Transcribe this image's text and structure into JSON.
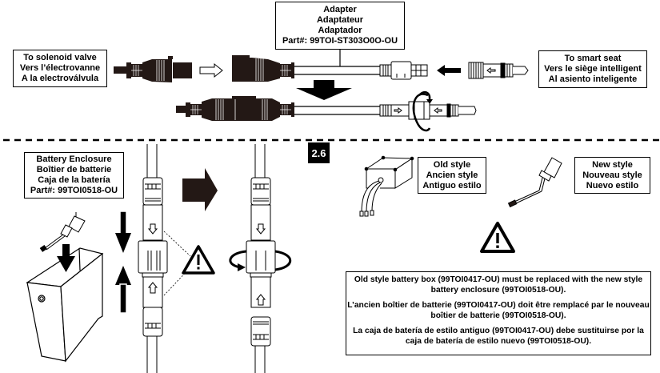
{
  "top_section": {
    "solenoid_label": {
      "lines": [
        "To solenoid valve",
        "Vers l’électrovanne",
        "A la electroválvula"
      ]
    },
    "adapter_label": {
      "lines": [
        "Adapter",
        "Adaptateur",
        "Adaptador",
        "Part#: 99TOI-ST303O0O-OU"
      ]
    },
    "smart_seat_label": {
      "lines": [
        "To smart seat",
        "Vers le siège intelligent",
        "Al asiento inteligente"
      ]
    }
  },
  "bottom_section": {
    "step_number": "2.6",
    "battery_label": {
      "lines": [
        "Battery Enclosure",
        "Boîtier de batterie",
        "Caja de la batería",
        "Part#: 99TOI0518-OU"
      ]
    },
    "old_style_label": {
      "lines": [
        "Old style",
        "Ancien style",
        "Antiguo estilo"
      ]
    },
    "new_style_label": {
      "lines": [
        "New style",
        "Nouveau style",
        "Nuevo estilo"
      ]
    },
    "notice": {
      "paragraphs": [
        "Old style battery box (99TOI0417-OU) must be replaced with the new style battery enclosure (99TOI0518-OU).",
        "L’ancien boîtier de batterie (99TOI0417-OU) doit être remplacé par le nouveau boîtier de batterie (99TOI0518-OU).",
        "La caja de batería de estilo antiguo (99TOI0417-OU) debe sustituirse por la caja de batería de estilo nuevo (99TOI0518-OU)."
      ]
    }
  },
  "icons": [
    "warning-icon",
    "rotate-icon",
    "arrow-right-icon",
    "arrow-down-icon",
    "arrow-up-icon",
    "arrow-left-icon"
  ],
  "colors": {
    "ink": "#000000",
    "connector": "#231815",
    "background": "#ffffff"
  }
}
